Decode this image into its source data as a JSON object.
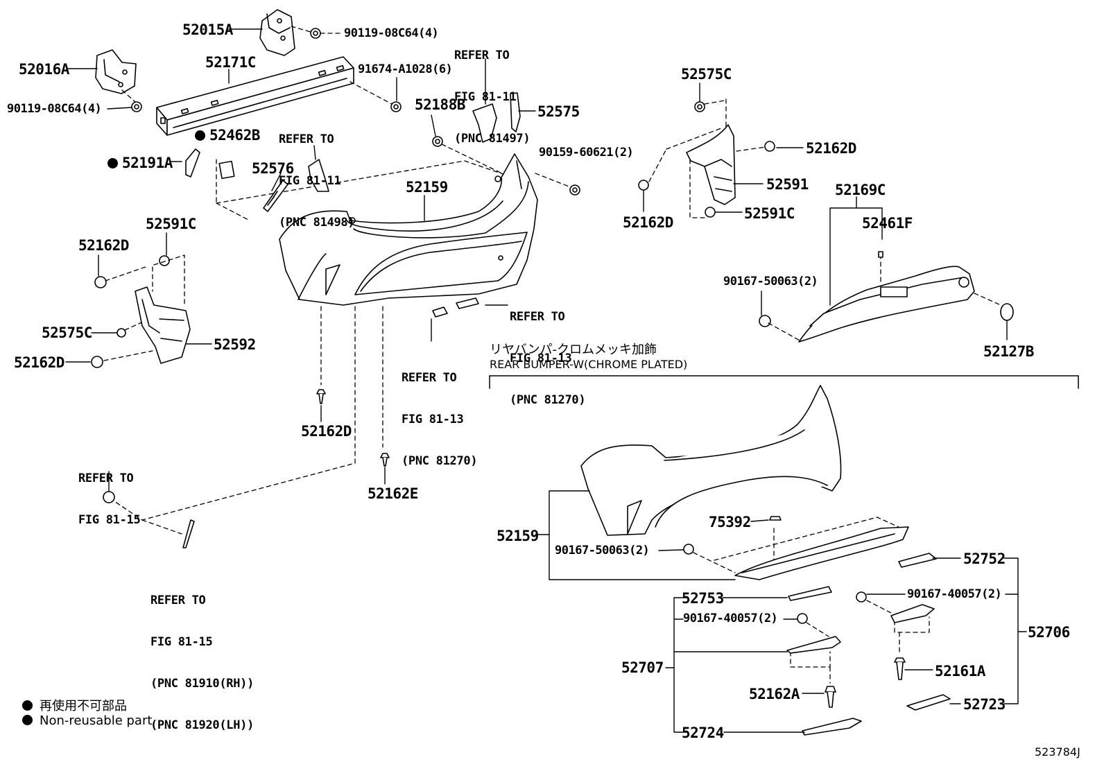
{
  "parts": {
    "p52015A": "52015A",
    "p90119_top": "90119-08C64(4)",
    "p52016A": "52016A",
    "p52171C": "52171C",
    "p91674": "91674-A1028(6)",
    "p90119_left": "90119-08C64(4)",
    "p52462B": "52462B",
    "p52191A": "52191A",
    "p52576": "52576",
    "p52159_top": "52159",
    "p52188B": "52188B",
    "p52575": "52575",
    "p90159": "90159-60621(2)",
    "p52575C_top": "52575C",
    "p52162D_tr": "52162D",
    "p52591": "52591",
    "p52162D_r2": "52162D",
    "p52591C_r": "52591C",
    "p52169C": "52169C",
    "p52461F": "52461F",
    "p90167_50063_r": "90167-50063(2)",
    "p52127B": "52127B",
    "p52591C_l": "52591C",
    "p52162D_l1": "52162D",
    "p52575C_l": "52575C",
    "p52592": "52592",
    "p52162D_l2": "52162D",
    "p52162D_c": "52162D",
    "p52162E": "52162E",
    "p52159_bot": "52159",
    "p75392": "75392",
    "p90167_50063_b": "90167-50063(2)",
    "p52752": "52752",
    "p52753": "52753",
    "p90167_40057_r": "90167-40057(2)",
    "p90167_40057_l": "90167-40057(2)",
    "p52706": "52706",
    "p52707": "52707",
    "p52161A": "52161A",
    "p52162A": "52162A",
    "p52723": "52723",
    "p52724": "52724"
  },
  "refs": {
    "r81497": [
      "REFER TO",
      "FIG 81-11",
      "(PNC 81497)"
    ],
    "r81498": [
      "REFER TO",
      "FIG 81-11",
      "(PNC 81498)"
    ],
    "r81270_a": [
      "REFER TO",
      "FIG 81-13",
      "(PNC 81270)"
    ],
    "r81270_b": [
      "REFER TO",
      "FIG 81-13",
      "(PNC 81270)"
    ],
    "r8115_a": [
      "REFER TO",
      "FIG 81-15"
    ],
    "r8115_b": [
      "REFER TO",
      "FIG 81-15",
      "(PNC 81910(RH))",
      "(PNC 81920(LH))"
    ]
  },
  "section": {
    "jp": "リヤバンパ-クロムメッキ加飾",
    "en": "REAR BUMPER-W(CHROME PLATED)"
  },
  "legend": {
    "jp": "再使用不可部品",
    "en": "Non-reusable part"
  },
  "diagram_id": "523784J"
}
